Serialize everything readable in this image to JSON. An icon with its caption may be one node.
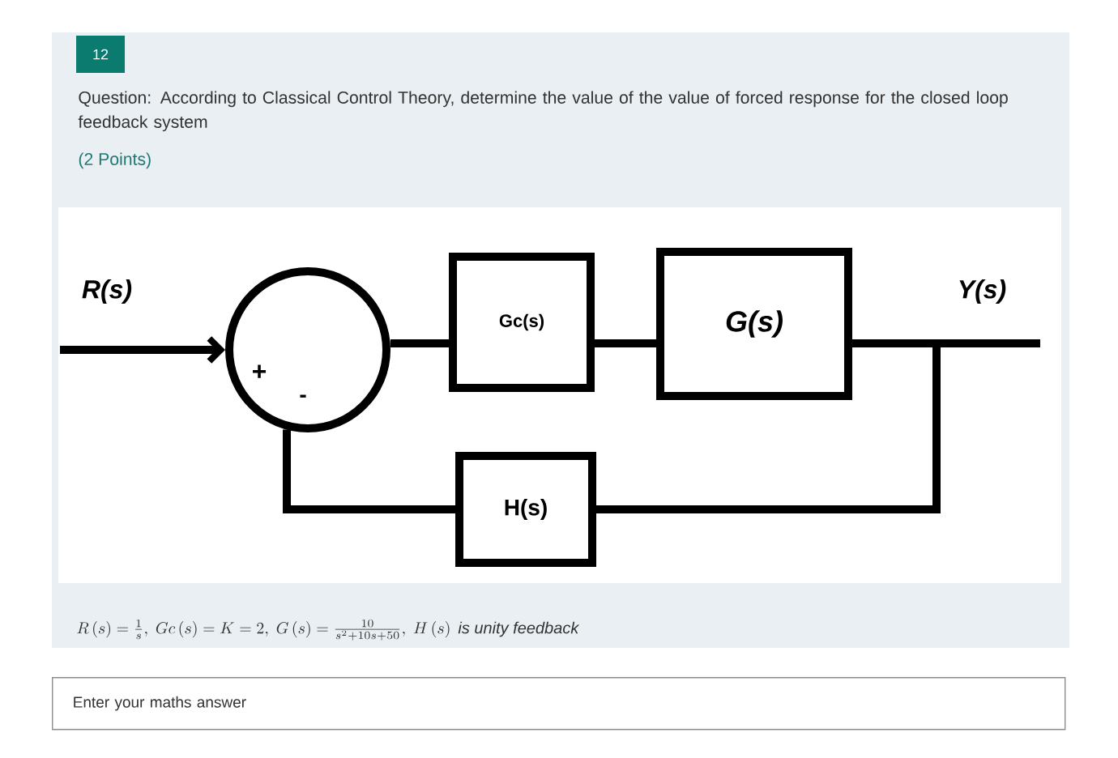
{
  "diagram": {
    "nodes": [
      {
        "text": [
          "+",
          "-"
        ]
      },
      {
        "text": [
          "Gc(s)"
        ]
      },
      {
        "text": [
          "G(s)"
        ]
      },
      {
        "text": [
          "H(s)"
        ]
      }
    ],
    "edges": [
      {
        "from": null,
        "to": 0,
        "arrow": "to",
        "label": "R(s)"
      },
      {
        "from": 0,
        "to": 1,
        "arrow": "none"
      },
      {
        "from": 1,
        "to": 2,
        "arrow": "none"
      },
      {
        "from": 2,
        "to": null,
        "arrow": "none",
        "label": "Y(s)"
      },
      {
        "from": 2,
        "to": 3,
        "arrow": "none"
      },
      {
        "from": 3,
        "to": 0,
        "arrow": "none"
      }
    ],
    "labels": [
      "12",
      "Question: According to Classical Control Theory, determine the value of the value of forced response for the closed loop feedback system",
      "(2 Points)",
      "R\\left(s\\right)=\\frac{1}{s},\\ Gc\\left(s\\right)=K=2,\\ G\\left(s\\right)=\\frac{10}{s^{2}+10s+50},\\ H\\left(s\\right)\\ \\mathit{is\\ unity\\ feedback}",
      "Enter your maths answer"
    ]
  }
}
